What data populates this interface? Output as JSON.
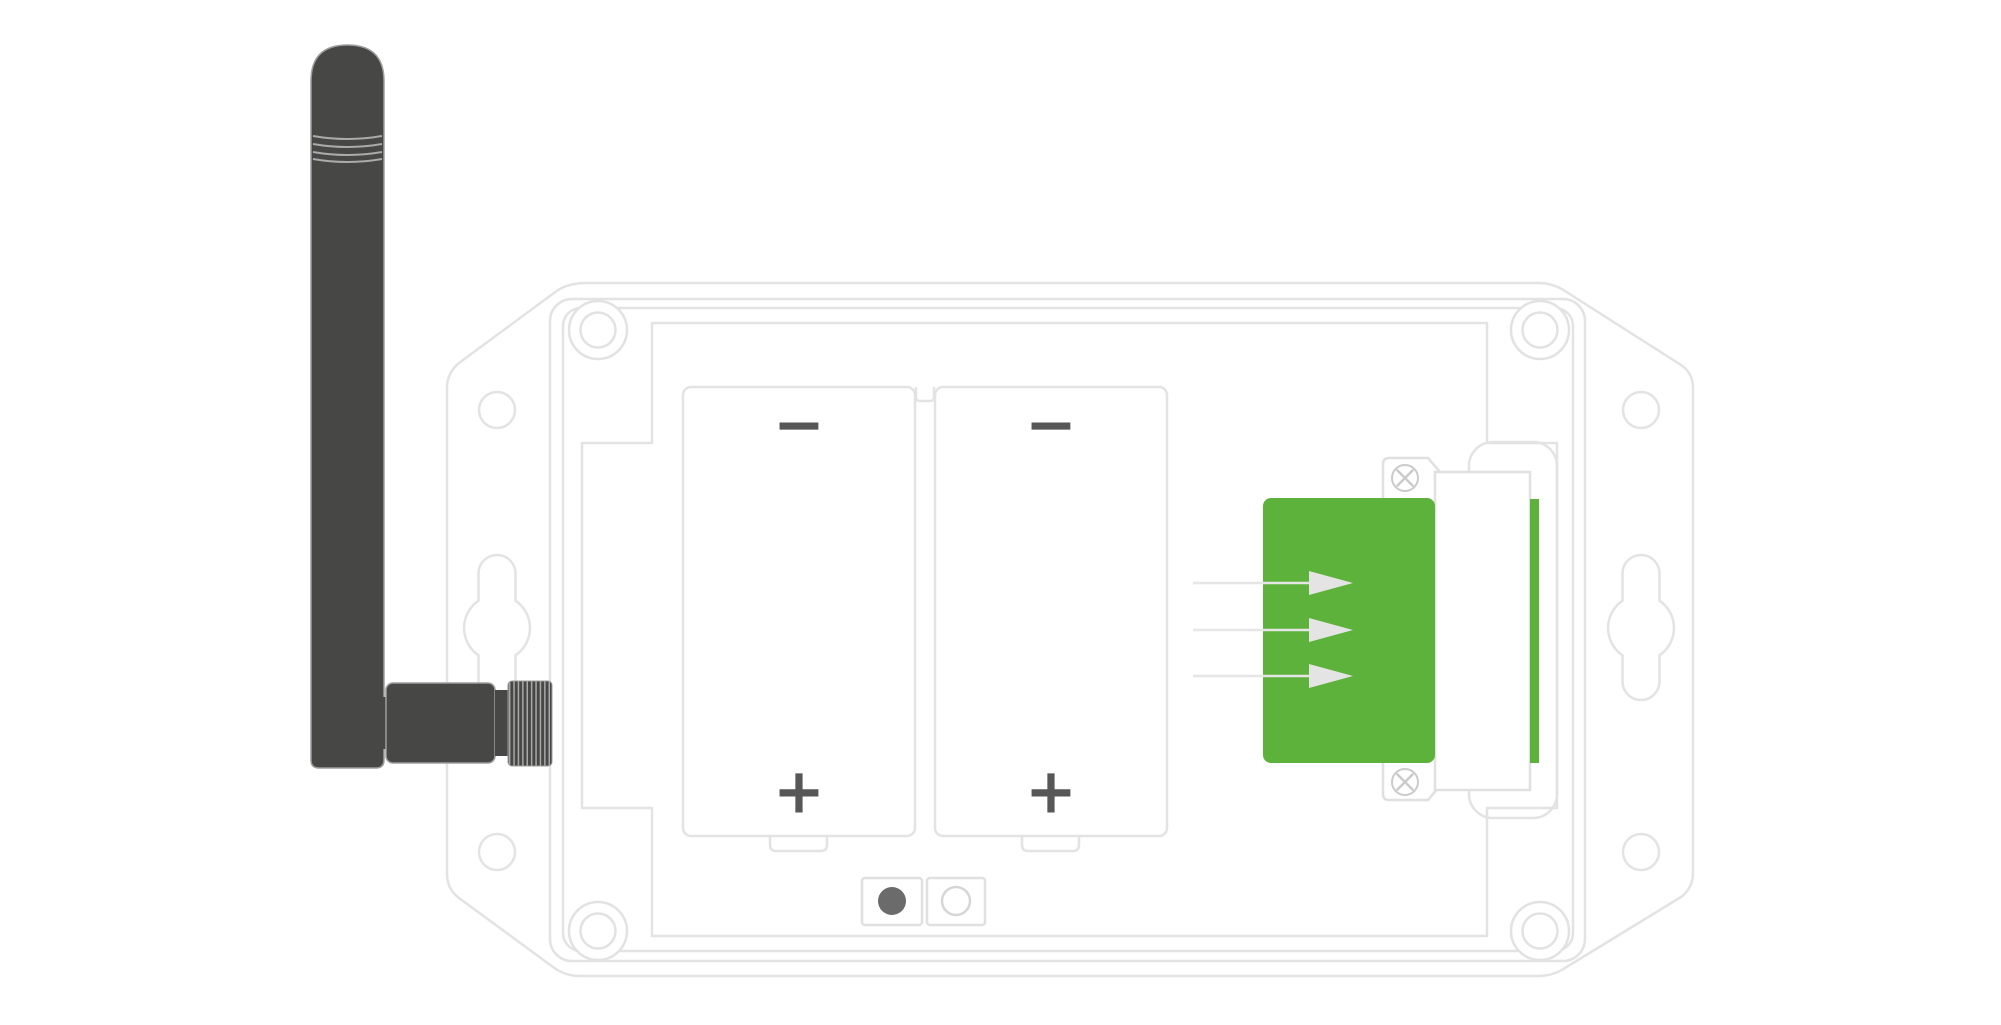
{
  "colors": {
    "outline": "#e3e3e3",
    "green": "#5cb23a",
    "antenna": "#474745",
    "symbol": "#575757",
    "button_dot": "#6b6b6b",
    "screw": "#cbcbcb",
    "arrow": "#e4e4e4"
  },
  "battery_slots": [
    {
      "negative_symbol": "−",
      "positive_symbol": "+"
    },
    {
      "negative_symbol": "−",
      "positive_symbol": "+"
    }
  ],
  "terminal_block": {
    "wire_arrows": 3,
    "screws": 2
  },
  "controls": {
    "buttons": 1,
    "leds": 1
  },
  "mounting": {
    "flange_holes": 4,
    "keyhole_slots": 2,
    "corner_screw_bosses": 4
  }
}
